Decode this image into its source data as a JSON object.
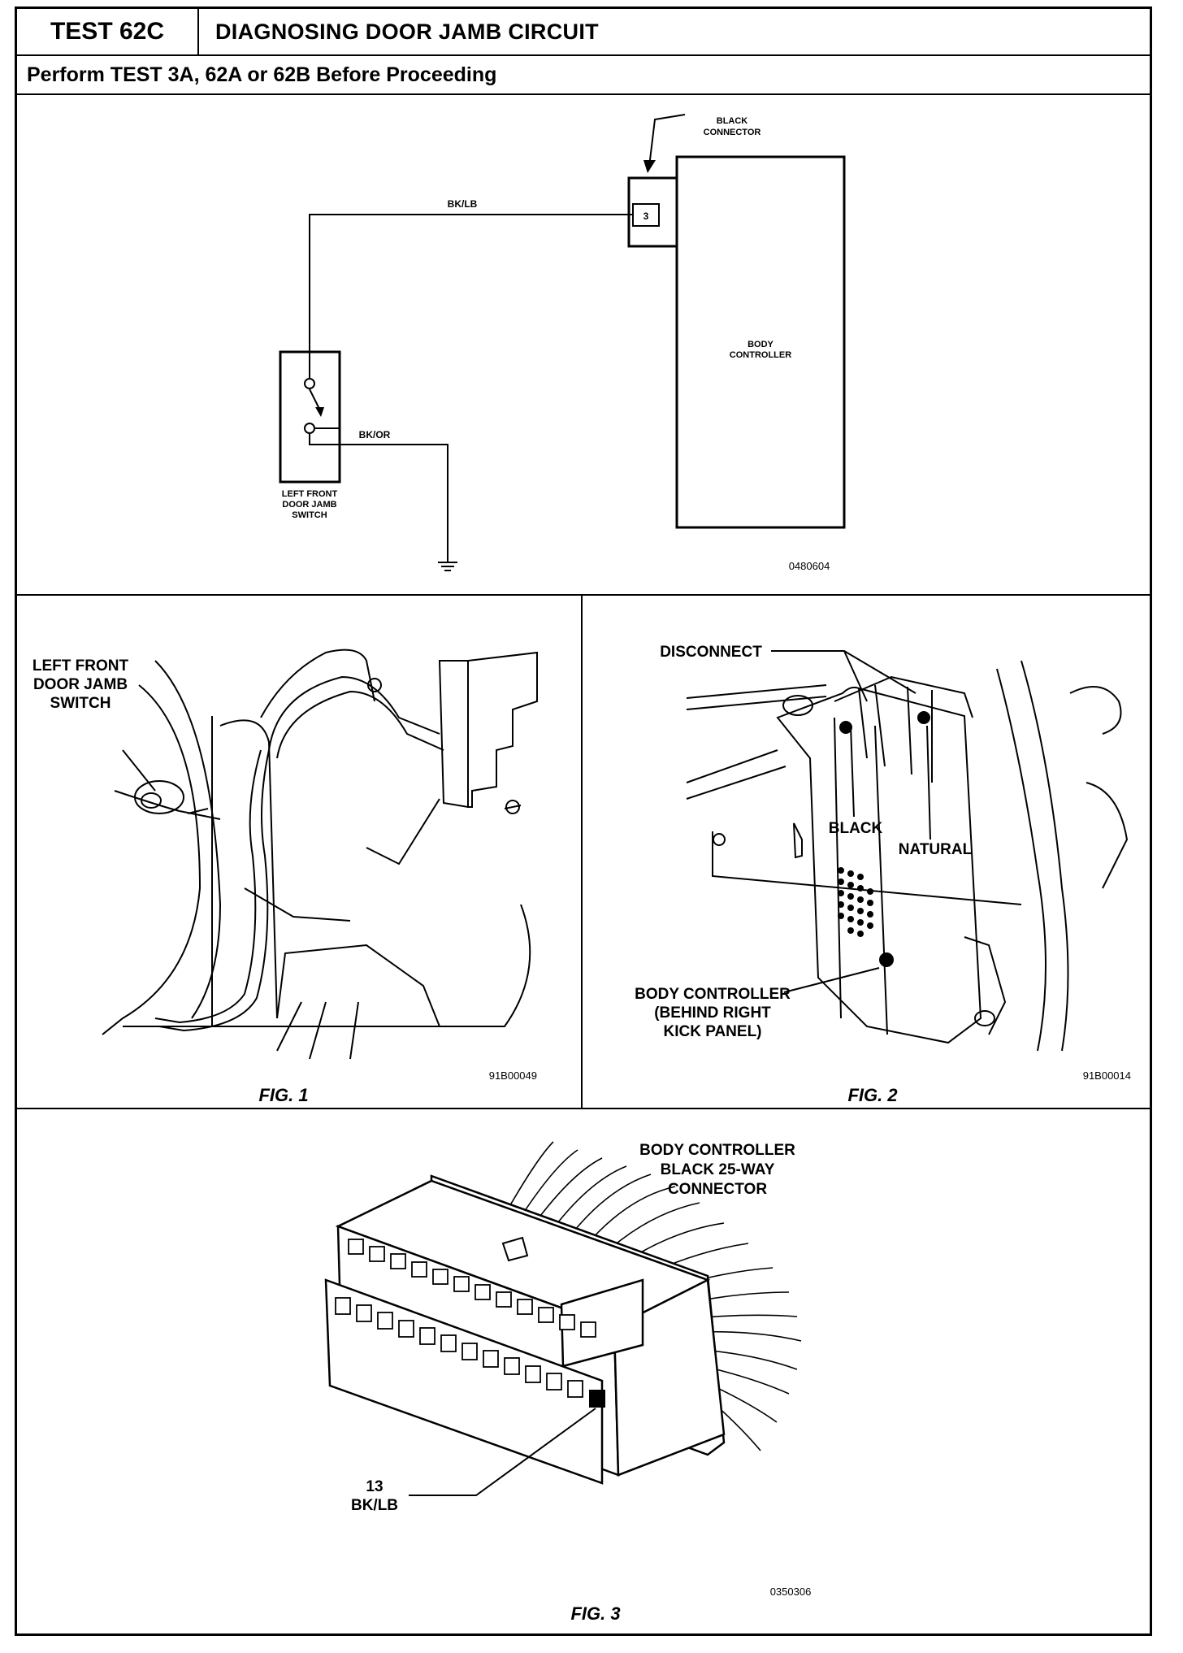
{
  "header": {
    "test_number": "TEST 62C",
    "title": "DIAGNOSING DOOR JAMB CIRCUIT",
    "prerequisite": "Perform TEST 3A, 62A or 62B Before Proceeding"
  },
  "schematic": {
    "connector_label_1": "BLACK",
    "connector_label_2": "CONNECTOR",
    "pin_number": "3",
    "wire_top": "BK/LB",
    "wire_ground": "BK/OR",
    "controller_label_1": "BODY",
    "controller_label_2": "CONTROLLER",
    "switch_label_1": "LEFT  FRONT",
    "switch_label_2": "DOOR  JAMB",
    "switch_label_3": "SWITCH",
    "code": "0480604"
  },
  "fig1": {
    "callout_1": "LEFT FRONT",
    "callout_2": "DOOR JAMB",
    "callout_3": "SWITCH",
    "code": "91B00049",
    "caption": "FIG. 1"
  },
  "fig2": {
    "disconnect": "DISCONNECT",
    "black": "BLACK",
    "natural": "NATURAL",
    "controller_1": "BODY CONTROLLER",
    "controller_2": "(BEHIND RIGHT",
    "controller_3": "KICK PANEL)",
    "code": "91B00014",
    "caption": "FIG. 2"
  },
  "fig3": {
    "title_1": "BODY CONTROLLER",
    "title_2": "BLACK 25-WAY",
    "title_3": "CONNECTOR",
    "pin_number": "13",
    "pin_wire": "BK/LB",
    "code": "0350306",
    "caption": "FIG. 3"
  }
}
